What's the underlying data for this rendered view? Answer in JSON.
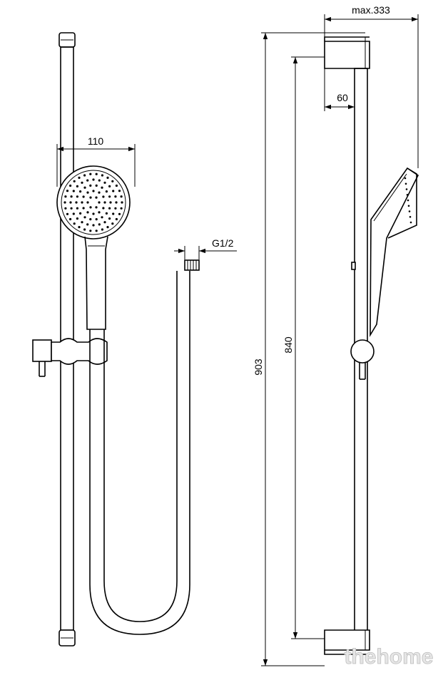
{
  "dimensions": {
    "head_width": "110",
    "connection": "G1/2",
    "max_projection": "max.333",
    "bracket_depth": "60",
    "rail_height": "840",
    "total_height": "903"
  },
  "watermark": "thehome",
  "colors": {
    "line": "#000000",
    "background": "#ffffff",
    "watermark": "#e6e6e6"
  }
}
